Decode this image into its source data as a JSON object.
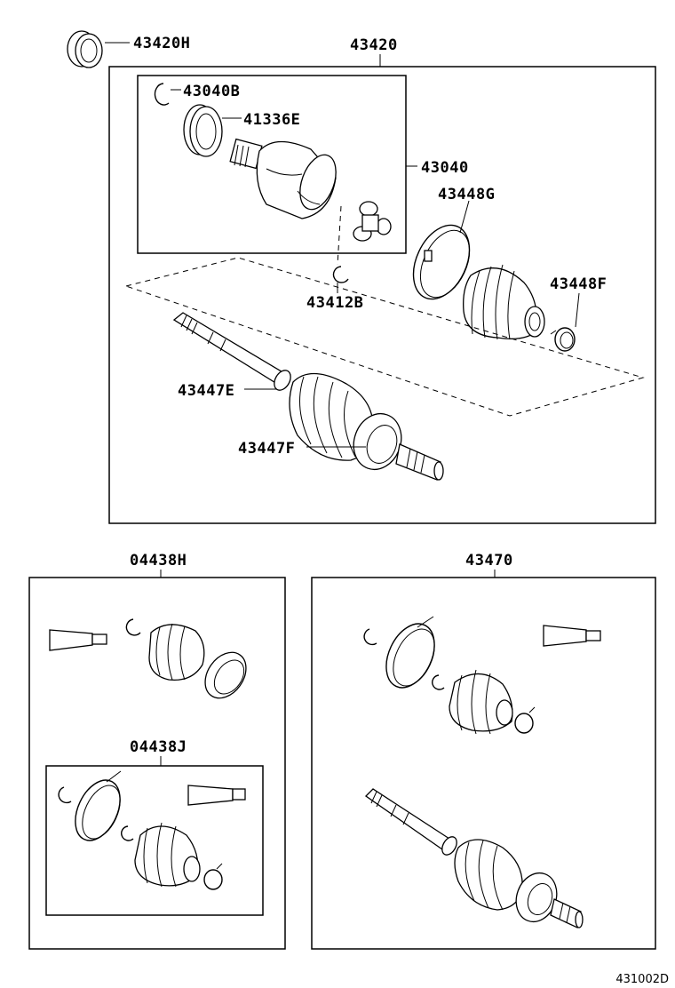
{
  "labels": {
    "p43420H": "43420H",
    "p43420": "43420",
    "p43040B": "43040B",
    "p41336E": "41336E",
    "p43040": "43040",
    "p43448G": "43448G",
    "p43448F": "43448F",
    "p43412B": "43412B",
    "p43447E": "43447E",
    "p43447F": "43447F",
    "p04438H": "04438H",
    "p04438J": "04438J",
    "p43470": "43470"
  },
  "footer": {
    "figure_code": "431002D"
  }
}
